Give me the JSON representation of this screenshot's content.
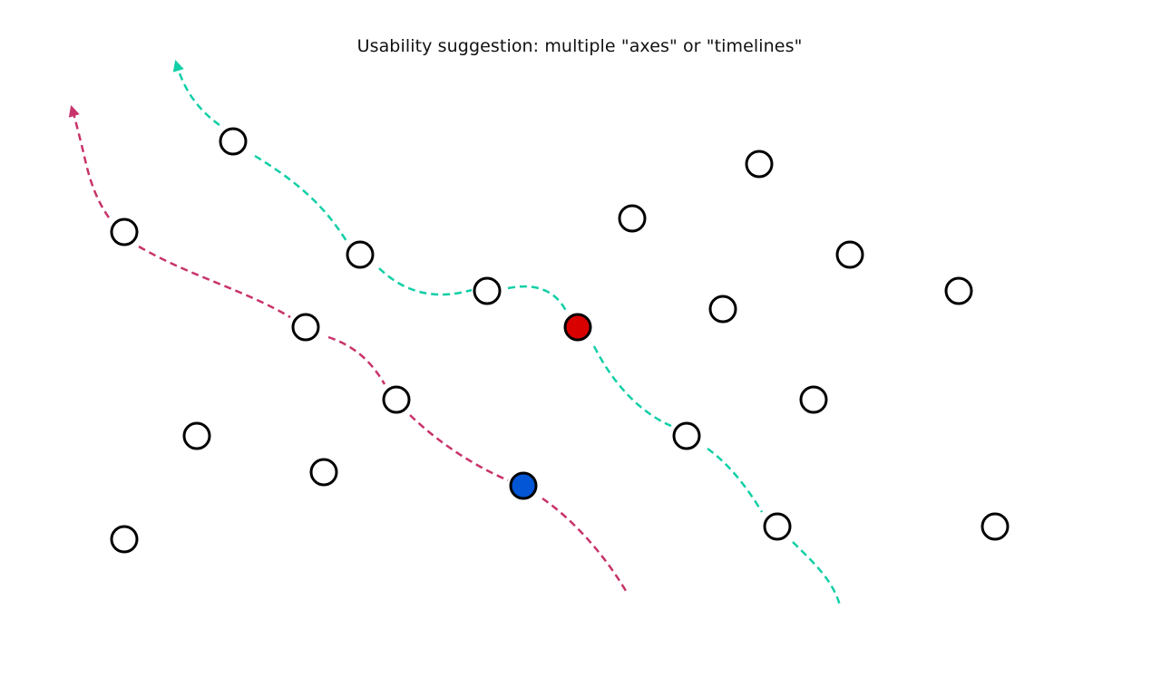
{
  "title": "Usability suggestion: multiple \"axes\" or \"timelines\"",
  "colors": {
    "timeline_teal": "#11cfa6",
    "timeline_magenta": "#c8336b",
    "node_default": "#ffffff",
    "node_red": "#d90000",
    "node_blue": "#0356d6",
    "node_outline": "#000000"
  },
  "timelines": [
    {
      "id": "teal",
      "color_key": "timeline_teal",
      "direction": "up-left",
      "arrowhead": "start"
    },
    {
      "id": "magenta",
      "color_key": "timeline_magenta",
      "direction": "up-left",
      "arrowhead": "start"
    }
  ],
  "nodes": [
    {
      "id": "n1",
      "state": "default",
      "on_timeline": "teal"
    },
    {
      "id": "n2",
      "state": "default",
      "on_timeline": "teal"
    },
    {
      "id": "n3",
      "state": "default",
      "on_timeline": "teal"
    },
    {
      "id": "n4",
      "state": "red-highlight",
      "on_timeline": "teal"
    },
    {
      "id": "n5",
      "state": "default",
      "on_timeline": "teal"
    },
    {
      "id": "n6",
      "state": "default",
      "on_timeline": "teal"
    },
    {
      "id": "n7",
      "state": "default",
      "on_timeline": "magenta"
    },
    {
      "id": "n8",
      "state": "default",
      "on_timeline": "magenta"
    },
    {
      "id": "n9",
      "state": "default",
      "on_timeline": "magenta"
    },
    {
      "id": "n10",
      "state": "blue-highlight",
      "on_timeline": "magenta"
    },
    {
      "id": "n11",
      "state": "default",
      "on_timeline": null
    },
    {
      "id": "n12",
      "state": "default",
      "on_timeline": null
    },
    {
      "id": "n13",
      "state": "default",
      "on_timeline": null
    },
    {
      "id": "n14",
      "state": "default",
      "on_timeline": null
    },
    {
      "id": "n15",
      "state": "default",
      "on_timeline": null
    },
    {
      "id": "n16",
      "state": "default",
      "on_timeline": null
    },
    {
      "id": "n17",
      "state": "default",
      "on_timeline": null
    },
    {
      "id": "n18",
      "state": "default",
      "on_timeline": null
    },
    {
      "id": "n19",
      "state": "default",
      "on_timeline": null
    },
    {
      "id": "n20",
      "state": "default",
      "on_timeline": null
    }
  ]
}
